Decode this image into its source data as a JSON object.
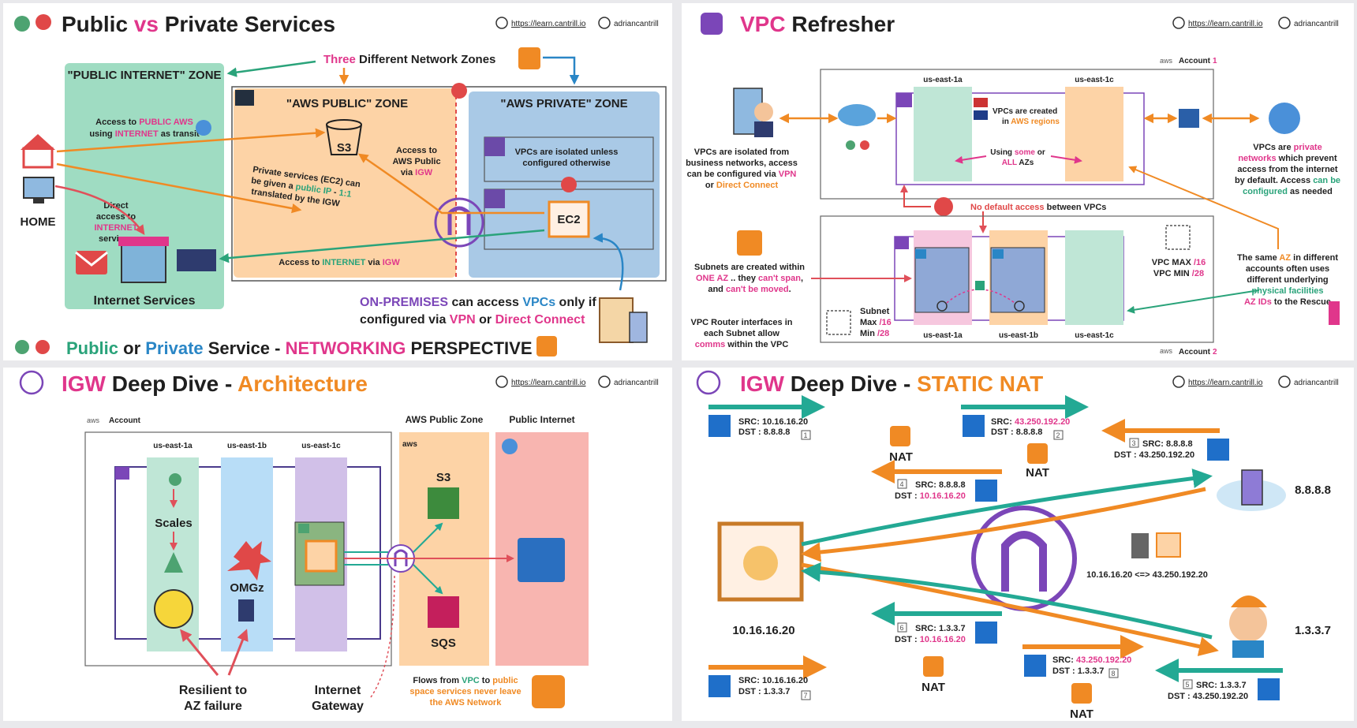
{
  "colors": {
    "pink": "#e0368b",
    "orange": "#f08a24",
    "green": "#2aa37a",
    "blue": "#2a86c6",
    "purple": "#7b46b8",
    "dark": "#1f1f1f",
    "aws_orange_zone": "#fdd3a6",
    "private_blue": "#a9c9e6",
    "public_green": "#9fdcc2"
  },
  "header": {
    "url": "https://learn.cantrill.io",
    "twitter": "adriancantrill"
  },
  "p1": {
    "title": {
      "a": "Public",
      "b": " vs ",
      "c": "Private Services"
    },
    "zones_title": {
      "a": "Three",
      "b": " Different Network Zones"
    },
    "public_zone_title": "\"PUBLIC INTERNET\" ZONE",
    "aws_public_title": "\"AWS PUBLIC\" ZONE",
    "aws_private_title": "\"AWS PRIVATE\" ZONE",
    "access_public_aws": {
      "l1a": "Access to ",
      "l1b": "PUBLIC AWS",
      "l2a": "using ",
      "l2b": "INTERNET",
      "l2c": " as transit"
    },
    "home": "HOME",
    "direct": {
      "l1": "Direct",
      "l2": "access to",
      "l3": "INTERNET",
      "l4": "services"
    },
    "internet_services": "Internet Services",
    "s3": "S3",
    "private_ec2": {
      "l1": "Private services (EC2) can",
      "l2a": "be given a ",
      "l2b": "public IP",
      "l2c": " - ",
      "l2d": "1:1",
      "l3": "translated by the IGW"
    },
    "access_aws_public": {
      "l1": "Access to",
      "l2": "AWS Public",
      "l3a": "via ",
      "l3b": "IGW"
    },
    "vpc_isolated": {
      "l1": "VPCs are isolated unless",
      "l2": "configured otherwise"
    },
    "ec2": "EC2",
    "access_internet": {
      "a": "Access to ",
      "b": "INTERNET",
      "c": " via ",
      "d": "IGW"
    },
    "onprem": {
      "l1a": "ON-PREMISES",
      "l1b": " can access ",
      "l1c": "VPCs",
      "l1d": " only if",
      "l2a": "configured via ",
      "l2b": "VPN",
      "l2c": " or ",
      "l2d": "Direct Connect"
    },
    "footer": {
      "a": "Public",
      "b": " or ",
      "c": "Private",
      "d": " Service - ",
      "e": "NETWORKING",
      "f": " PERSPECTIVE"
    }
  },
  "p2": {
    "title": {
      "a": "VPC",
      "b": " Refresher"
    },
    "account1": "Account",
    "account1_num": "1",
    "account2": "Account",
    "account2_num": "2",
    "aws": "aws",
    "az_a": "us-east-1a",
    "az_b": "us-east-1b",
    "az_c": "us-east-1c",
    "vpcs_created": {
      "l1": "VPCs are created",
      "l2a": "in ",
      "l2b": "AWS regions"
    },
    "using_azs": {
      "a": "Using ",
      "b": "some",
      "c": " or",
      "d": "ALL",
      "e": " AZs"
    },
    "isolated": {
      "l1": "VPCs are isolated from",
      "l2": "business networks, access",
      "l3a": "can be configured via ",
      "l3b": "VPN",
      "l4a": "or ",
      "l4b": "Direct Connect"
    },
    "private_networks": {
      "l1a": "VPCs are ",
      "l1b": "private",
      "l2a": "networks",
      "l2b": " which prevent",
      "l3": "access from the internet",
      "l4a": "by default. Access ",
      "l4b": "can be",
      "l5a": "configured",
      "l5b": " as needed"
    },
    "no_default": {
      "a": "No default access",
      "b": " between VPCs"
    },
    "subnets": {
      "l1": "Subnets are created within",
      "l2a": "ONE AZ",
      "l2b": " .. they ",
      "l2c": "can't span",
      "l2d": ",",
      "l3a": "and ",
      "l3b": "can't be moved",
      "l3c": "."
    },
    "router": {
      "l1": "VPC Router interfaces in",
      "l2": "each Subnet allow",
      "l3a": "comms",
      "l3b": " within the VPC"
    },
    "vpc_max": {
      "a": "VPC MAX ",
      "b": "/16"
    },
    "vpc_min": {
      "a": "VPC MIN ",
      "b": "/28"
    },
    "subnet_sz": {
      "l1": "Subnet",
      "l2a": "Max ",
      "l2b": "/16",
      "l3a": "Min ",
      "l3b": "/28"
    },
    "same_az": {
      "l1a": "The same ",
      "l1b": "AZ",
      "l1c": " in different",
      "l2": "accounts often uses",
      "l3": "different underlying",
      "l4": "physical facilities",
      "l5a": "AZ IDs",
      "l5b": " to the Rescue"
    }
  },
  "p3": {
    "title": {
      "a": "IGW",
      "b": " Deep Dive - ",
      "c": "Architecture"
    },
    "account": "Account",
    "aws": "aws",
    "az_a": "us-east-1a",
    "az_b": "us-east-1b",
    "az_c": "us-east-1c",
    "aws_public_zone": "AWS Public Zone",
    "public_internet": "Public Internet",
    "scales": "Scales",
    "omgz": "OMGz",
    "s3": "S3",
    "sqs": "SQS",
    "resilient": {
      "l1": "Resilient to",
      "l2": "AZ failure"
    },
    "igw": {
      "l1": "Internet",
      "l2": "Gateway"
    },
    "flows": {
      "l1a": "Flows from ",
      "l1b": "VPC",
      "l1c": " to ",
      "l1d": "public",
      "l2": "space services never leave",
      "l3": "the AWS Network"
    }
  },
  "p4": {
    "title": {
      "a": "IGW",
      "b": " Deep Dive - ",
      "c": "STATIC NAT"
    },
    "nat": "NAT",
    "src": "SRC: ",
    "dst": "DST : ",
    "ip_private": "10.16.16.20",
    "ip_public": "43.250.192.20",
    "ip_dns": "8.8.8.8",
    "ip_user": "1.3.3.7",
    "mapping": "10.16.16.20 <=> 43.250.192.20",
    "steps": [
      "1",
      "2",
      "3",
      "4",
      "5",
      "6",
      "7",
      "8"
    ]
  }
}
